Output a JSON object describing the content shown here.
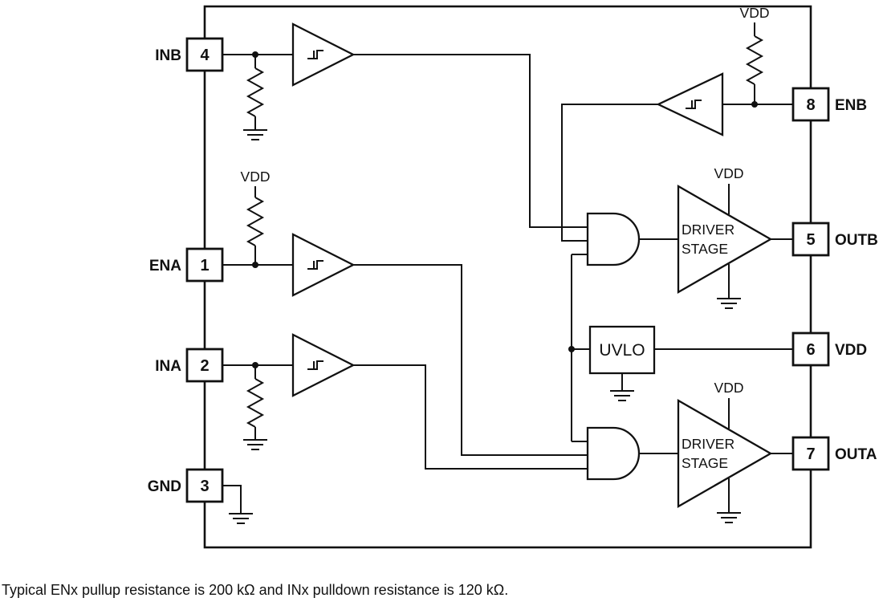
{
  "diagram": {
    "pins": {
      "left": [
        {
          "name": "INB",
          "number": "4"
        },
        {
          "name": "ENA",
          "number": "1"
        },
        {
          "name": "INA",
          "number": "2"
        },
        {
          "name": "GND",
          "number": "3"
        }
      ],
      "right": [
        {
          "name": "ENB",
          "number": "8"
        },
        {
          "name": "OUTB",
          "number": "5"
        },
        {
          "name": "VDD",
          "number": "6"
        },
        {
          "name": "OUTA",
          "number": "7"
        }
      ]
    },
    "labels": {
      "vdd": "VDD",
      "uvlo": "UVLO",
      "driver_line1": "DRIVER",
      "driver_line2": "STAGE"
    },
    "caption": "Typical ENx pullup resistance is 200 kΩ and INx pulldown resistance is 120 kΩ."
  }
}
